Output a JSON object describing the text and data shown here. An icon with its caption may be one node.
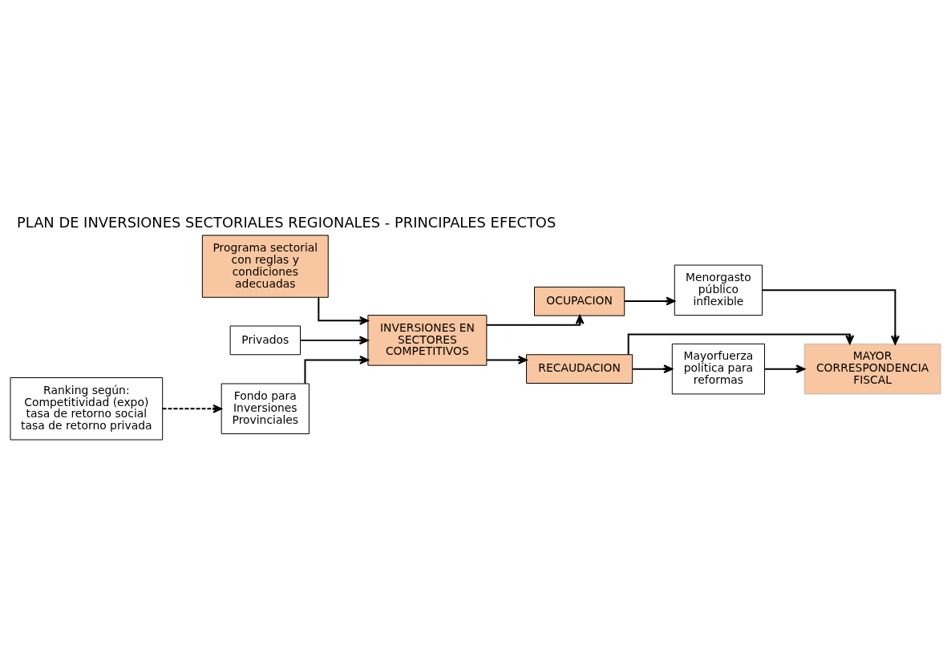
{
  "diagram": {
    "title": "PLAN DE INVERSIONES SECTORIALES REGIONALES - PRINCIPALES EFECTOS",
    "nodes": [
      {
        "text": [
          "Programa sectorial con reglas y condiciones adecuadas"
        ]
      },
      {
        "text": [
          "Privados"
        ]
      },
      {
        "text": [
          "INVERSIONES EN SECTORES COMPETITIVOS"
        ]
      },
      {
        "text": [
          "Fondo para Inversiones Provinciales"
        ]
      },
      {
        "text": [
          "Ranking según:",
          "Competitividad (expo)",
          "tasa de retorno social",
          "tasa de retorno privada"
        ]
      },
      {
        "text": [
          "Menorgasto público inflexible"
        ]
      },
      {
        "text": [
          "OCUPACION"
        ]
      },
      {
        "text": [
          "RECAUDACION"
        ]
      },
      {
        "text": [
          "Mayorfuerza política para reformas"
        ]
      },
      {
        "text": [
          "MAYOR CORRESPONDENCIA FISCAL"
        ]
      }
    ],
    "edges": [
      {
        "from": 0,
        "to": 2,
        "arrow": "to"
      },
      {
        "from": 1,
        "to": 2,
        "arrow": "to"
      },
      {
        "from": 3,
        "to": 2,
        "arrow": "to"
      },
      {
        "from": 4,
        "to": 3,
        "arrow": "to",
        "style": "dashed"
      },
      {
        "from": 2,
        "to": 6,
        "arrow": "to"
      },
      {
        "from": 2,
        "to": 7,
        "arrow": "to"
      },
      {
        "from": 6,
        "to": 5,
        "arrow": "to"
      },
      {
        "from": 7,
        "to": 8,
        "arrow": "to"
      },
      {
        "from": 5,
        "to": 9,
        "arrow": "to"
      },
      {
        "from": 7,
        "to": 9,
        "arrow": "to"
      },
      {
        "from": 8,
        "to": 9,
        "arrow": "to"
      }
    ]
  }
}
